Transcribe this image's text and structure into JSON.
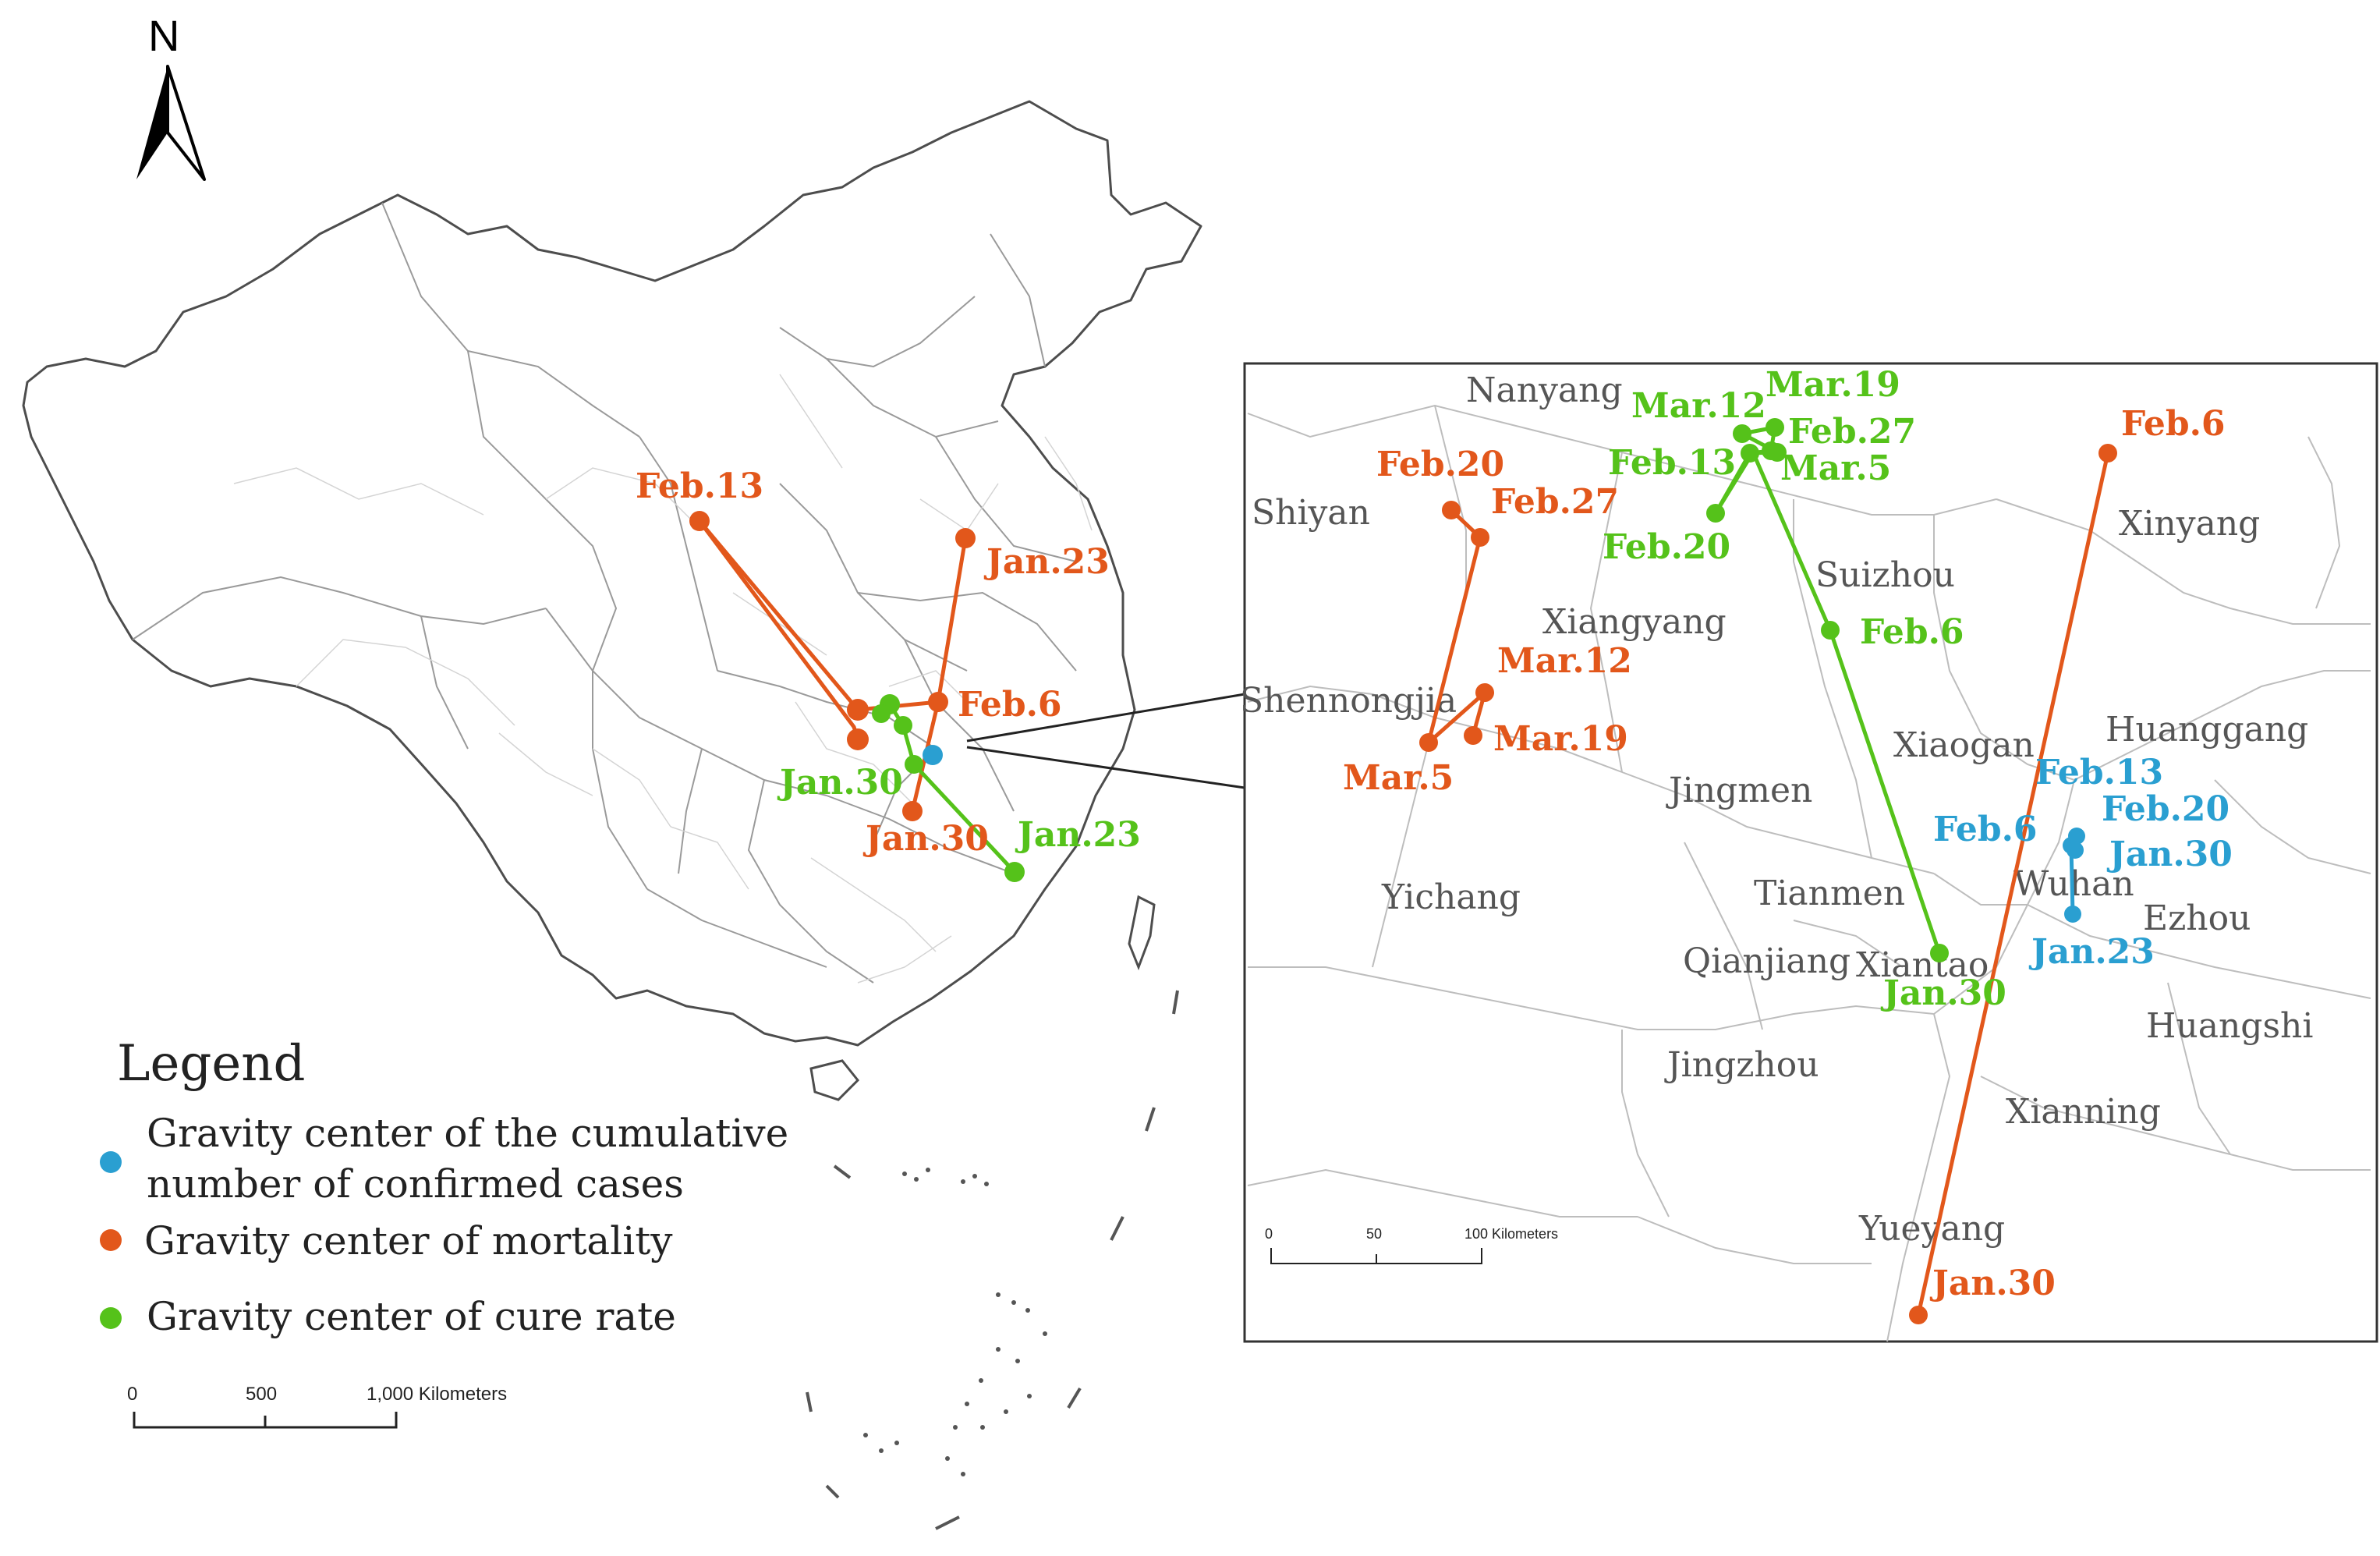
{
  "north_arrow": {
    "label": "N"
  },
  "legend": {
    "title": "Legend",
    "items": [
      {
        "line1": "Gravity center of the cumulative",
        "line2": "number of confirmed cases",
        "color": "#2a9fd1"
      },
      {
        "line1": "Gravity center of mortality",
        "line2": "",
        "color": "#e2571b"
      },
      {
        "line1": "Gravity center of cure rate",
        "line2": "",
        "color": "#55c21a"
      }
    ]
  },
  "scale_main": {
    "ticks": [
      "0",
      "500",
      "1,000 Kilometers"
    ]
  },
  "scale_inset": {
    "ticks": [
      "0",
      "50",
      "100 Kilometers"
    ]
  },
  "main_labels": {
    "mortality": [
      "Feb.13",
      "Jan.23",
      "Feb.6",
      "Jan.30"
    ],
    "cure": [
      "Jan.30",
      "Jan.23"
    ]
  },
  "inset_places": [
    "Nanyang",
    "Shiyan",
    "Xiangyang",
    "Suizhou",
    "Xinyang",
    "Shennongjia",
    "Huanggang",
    "Xiaogan",
    "Jingmen",
    "Yichang",
    "Tianmen",
    "Wuhan",
    "Ezhou",
    "Qianjiang",
    "Xiantao",
    "Huangshi",
    "Jingzhou",
    "Xianning",
    "Yueyang"
  ],
  "inset_labels": {
    "mortality": [
      "Feb.20",
      "Feb.27",
      "Mar.12",
      "Mar.19",
      "Mar.5",
      "Feb.6",
      "Jan.30"
    ],
    "cure": [
      "Mar.12",
      "Mar.19",
      "Feb.27",
      "Feb.13",
      "Mar.5",
      "Feb.20",
      "Feb.6",
      "Jan.30"
    ],
    "cases": [
      "Feb.13",
      "Feb.20",
      "Feb.6",
      "Jan.30",
      "Jan.23"
    ]
  },
  "colors": {
    "cases": "#2a9fd1",
    "mortality": "#e2571b",
    "cure": "#55c21a"
  }
}
